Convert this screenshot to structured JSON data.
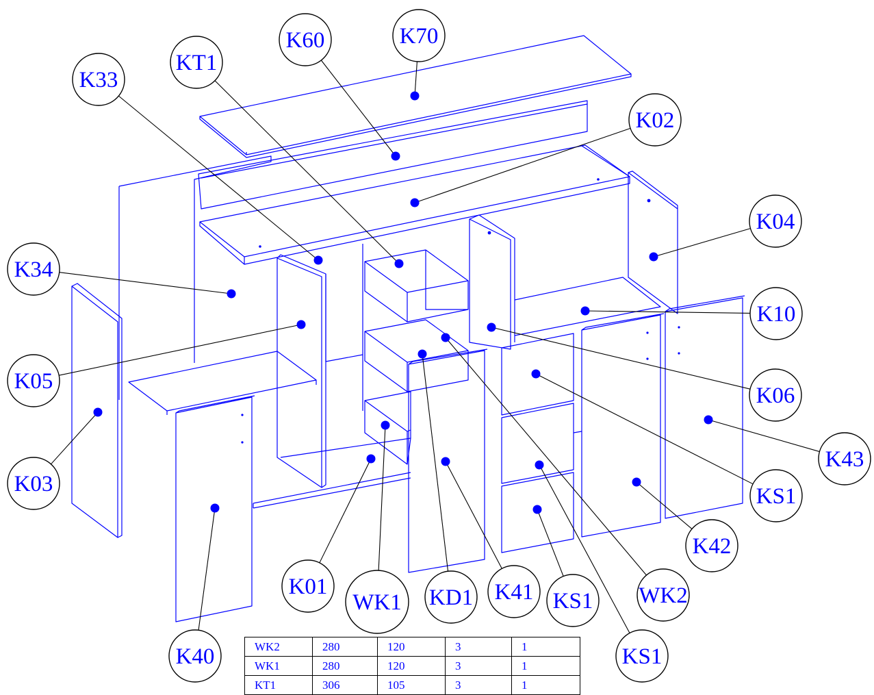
{
  "parts": [
    {
      "label": "K70"
    },
    {
      "label": "K60"
    },
    {
      "label": "KT1"
    },
    {
      "label": "K33"
    },
    {
      "label": "K02"
    },
    {
      "label": "K04"
    },
    {
      "label": "K34"
    },
    {
      "label": "K10"
    },
    {
      "label": "K05"
    },
    {
      "label": "K06"
    },
    {
      "label": "K03"
    },
    {
      "label": "K43"
    },
    {
      "label": "KS1"
    },
    {
      "label": "K42"
    },
    {
      "label": "K01"
    },
    {
      "label": "WK1"
    },
    {
      "label": "KD1"
    },
    {
      "label": "K41"
    },
    {
      "label": "KS1"
    },
    {
      "label": "WK2"
    },
    {
      "label": "KS1"
    },
    {
      "label": "K40"
    }
  ],
  "bom_rows": [
    [
      "WK2",
      "280",
      "120",
      "3",
      "1"
    ],
    [
      "WK1",
      "280",
      "120",
      "3",
      "1"
    ],
    [
      "KT1",
      "306",
      "105",
      "3",
      "1"
    ]
  ],
  "colors": {
    "line": "#0000ff",
    "leader": "#000000",
    "label": "#0000ff"
  }
}
